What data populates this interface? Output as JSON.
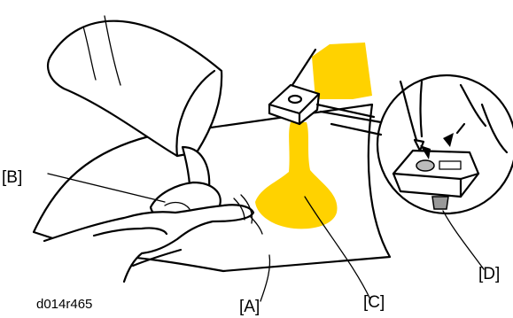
{
  "figure": {
    "id_label": "d014r465"
  },
  "callouts": {
    "a": "[A]",
    "b": "[B]",
    "c": "[C]",
    "d": "[D]"
  },
  "colors": {
    "highlight": "#FFD200",
    "line": "#000000",
    "background": "#FFFFFF"
  }
}
